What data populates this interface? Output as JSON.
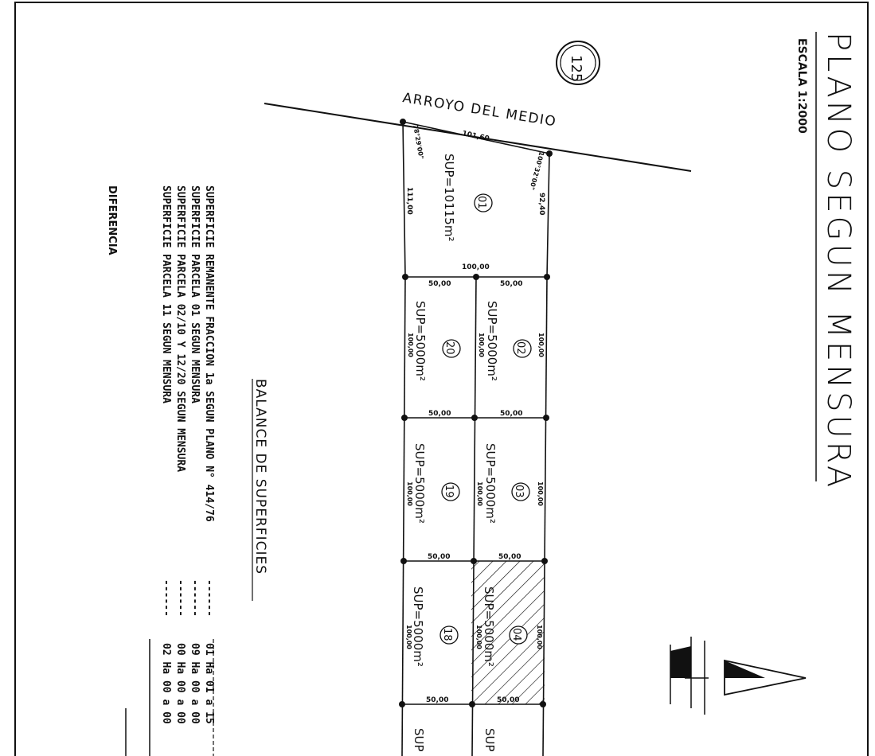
{
  "title": "PLANO SEGUN MENSURA",
  "scale": "ESCALA 1:2000",
  "block_number": "125",
  "creek": "ARROYO DEL MEDIO",
  "parcel01": {
    "num": "01",
    "area": "SUP=10115m²",
    "top": "101,60",
    "left": "111,00",
    "right": "92,40",
    "bottom": "100,00",
    "angle_left": "78°29'00\"",
    "angle_right": "100°32'00\""
  },
  "dims": {
    "fifty": "50,00",
    "hundred": "100,00"
  },
  "parcels": [
    {
      "num": "20",
      "area": "SUP=5000m²"
    },
    {
      "num": "02",
      "area": "SUP=5000m²"
    },
    {
      "num": "19",
      "area": "SUP=5000m²"
    },
    {
      "num": "03",
      "area": "SUP=5000m²"
    },
    {
      "num": "18",
      "area": "SUP=5000m²"
    },
    {
      "num": "04",
      "area": "SUP=5000m²"
    }
  ],
  "partial_sup": "SUP",
  "balance": {
    "title": "BALANCE DE SUPERFICIES",
    "rows": [
      {
        "label": "SUPERFICIE REMANENTE FRACCION 1a SEGUN PLANO N° 414/76",
        "dashes": "------",
        "value": "01 Ha 01 a 15"
      },
      {
        "label": "SUPERFICIE PARCELA 01 SEGUN MENSURA",
        "dashes": "------",
        "value": "09 Ha 00 a 00"
      },
      {
        "label": "SUPERFICIE PARCELA 02/10 Y 12/20 SEGUN MENSURA",
        "dashes": "------",
        "value": "00 Ha 00 a 00"
      },
      {
        "label": "SUPERFICIE PARCELA 11 SEGUN MENSURA",
        "dashes": "------",
        "value": "02 Ha 00 a 00"
      }
    ],
    "difference": "DIFERENCIA"
  }
}
